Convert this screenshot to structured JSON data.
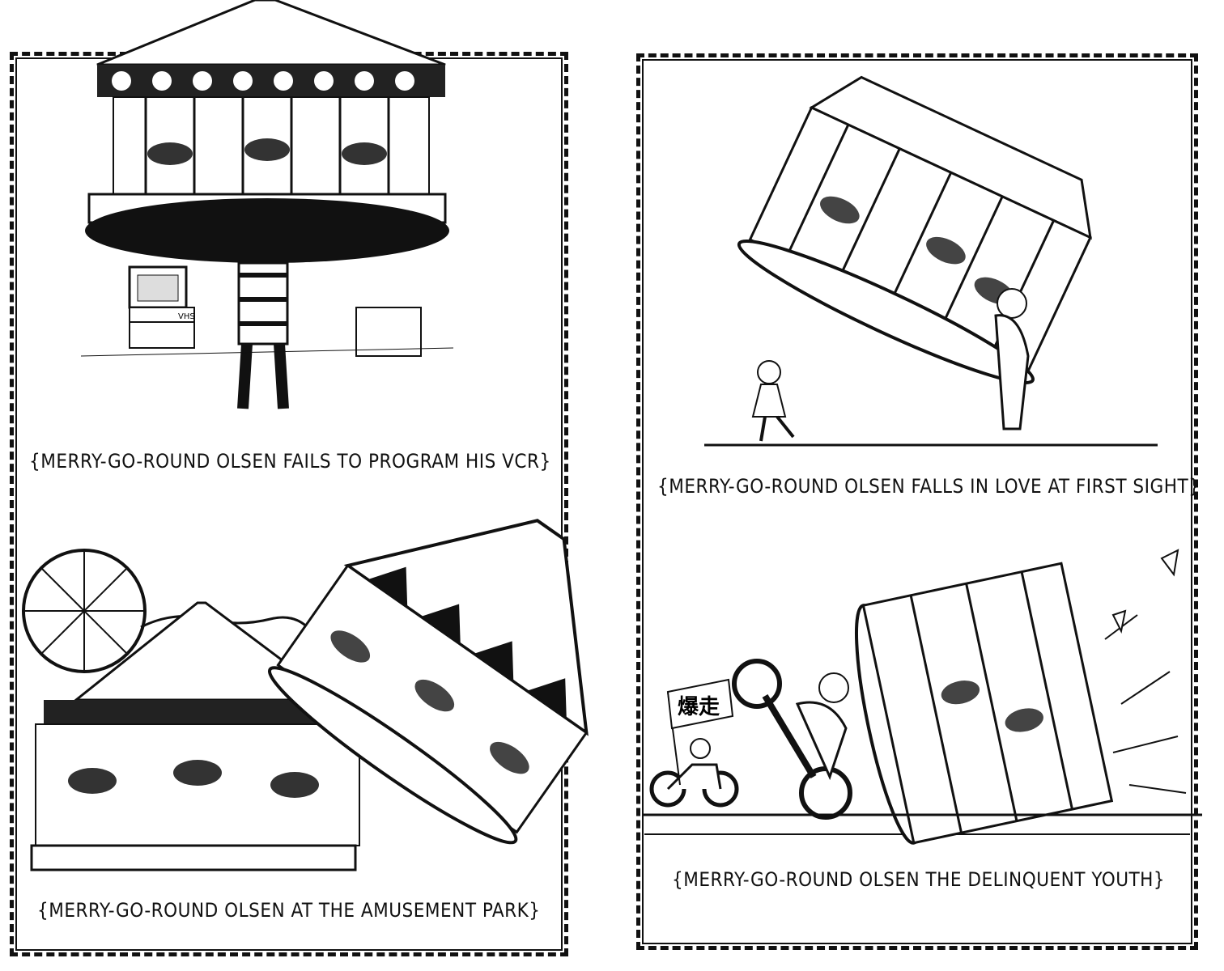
{
  "panels": [
    {
      "caption": "{Merry-Go-Round Olsen fails to program his VCR}",
      "scene": "carousel-held-overhead-living-room",
      "vcr_label": "VHS"
    },
    {
      "caption": "{Merry-Go-Round Olsen at the amusement park}",
      "scene": "carousel-amusement-park"
    },
    {
      "caption": "{Merry-Go-Round Olsen falls in love at first sight}",
      "scene": "carousel-tilted-girl"
    },
    {
      "caption": "{Merry-Go-Round Olsen the delinquent youth}",
      "scene": "carousel-motorcycle-wheelie",
      "flag_text": "爆走"
    }
  ],
  "colors": {
    "ink": "#111111",
    "paper": "#ffffff"
  }
}
